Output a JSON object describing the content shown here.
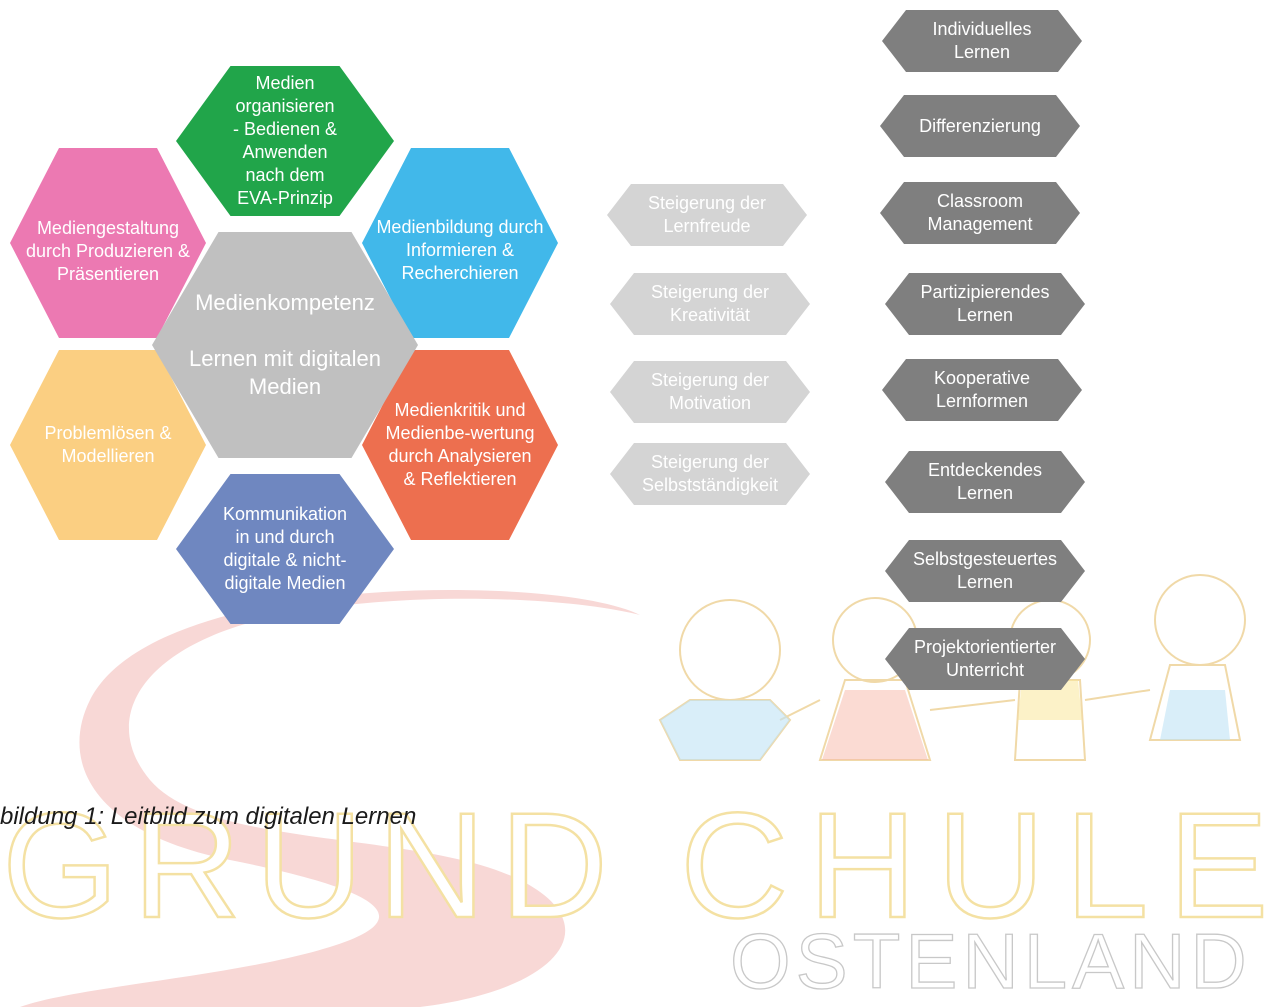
{
  "hexagons": {
    "center": {
      "line1": "Medienkompetenz",
      "line2": "Lernen mit digitalen Medien",
      "color": "#c0c0c0"
    },
    "top": {
      "text": "Medien organisieren - Bedienen & Anwenden nach dem EVA-Prinzip",
      "color": "#21a54a"
    },
    "top_left": {
      "text": "Mediengestaltung durch Produzieren & Präsentieren",
      "color": "#ec79b2"
    },
    "top_right": {
      "text": "Medienbildung durch Informieren & Recherchieren",
      "color": "#41b8ea"
    },
    "bottom_left": {
      "text": "Problemlösen & Modellieren",
      "color": "#fbcf82"
    },
    "bottom_right": {
      "text": "Medienkritik und Medienbe-wertung durch Analysieren & Reflektieren",
      "color": "#ed6f4f"
    },
    "bottom": {
      "text": "Kommunikation in und durch digitale & nicht-digitale Medien",
      "color": "#6f87c0"
    }
  },
  "middle_tags": [
    "Steigerung der Lernfreude",
    "Steigerung der Kreativität",
    "Steigerung der Motivation",
    "Steigerung der Selbstständigkeit"
  ],
  "right_tags": [
    "Individuelles Lernen",
    "Differenzierung",
    "Classroom Management",
    "Partizipierendes Lernen",
    "Kooperative Lernformen",
    "Entdeckendes Lernen",
    "Selbstgesteuertes Lernen",
    "Projektorientierter Unterricht"
  ],
  "caption": "bildung 1: Leitbild zum digitalen Lernen",
  "watermark": {
    "grund": "GRUND",
    "chule": "CHULE",
    "ostenland": "OSTENLAND",
    "s_color": "#f8d8d6",
    "text_color": "#f4e1a3"
  }
}
